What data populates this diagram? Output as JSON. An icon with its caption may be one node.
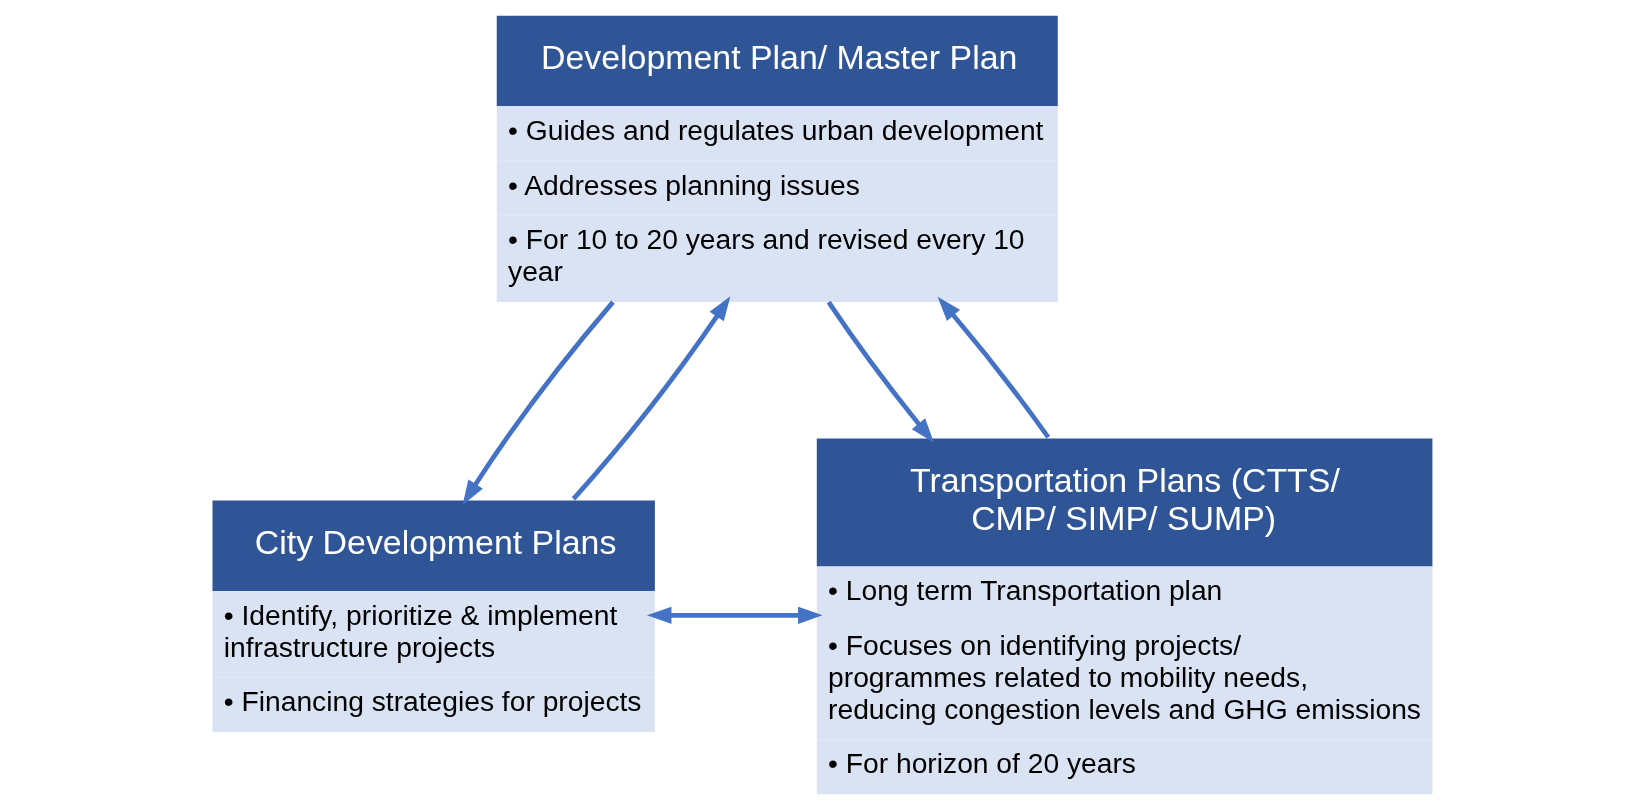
{
  "diagram": {
    "nodes": [
      {
        "text": [
          "Development Plan/ Master Plan",
          "• Guides and regulates urban development",
          "• Addresses planning issues",
          "• For 10 to 20 years and revised every 10 year"
        ]
      },
      {
        "text": [
          "City Development Plans",
          "• Identify, prioritize & implement infrastructure projects",
          "• Financing strategies for projects"
        ]
      },
      {
        "text": [
          "Transportation Plans (CTTS/ CMP/ SIMP/ SUMP)",
          "• Long term Transportation plan",
          "• Focuses on identifying projects/ programmes related to mobility needs, reducing congestion levels and GHG emissions",
          "• For horizon of 20 years"
        ]
      }
    ],
    "edges": [
      {
        "from": 0,
        "to": 1,
        "arrow": "to"
      },
      {
        "from": 0,
        "to": 2,
        "arrow": "to"
      },
      {
        "from": 1,
        "to": 0,
        "arrow": "to"
      },
      {
        "from": 2,
        "to": 0,
        "arrow": "to"
      },
      {
        "from": 1,
        "to": 2,
        "arrow": "both"
      }
    ]
  }
}
